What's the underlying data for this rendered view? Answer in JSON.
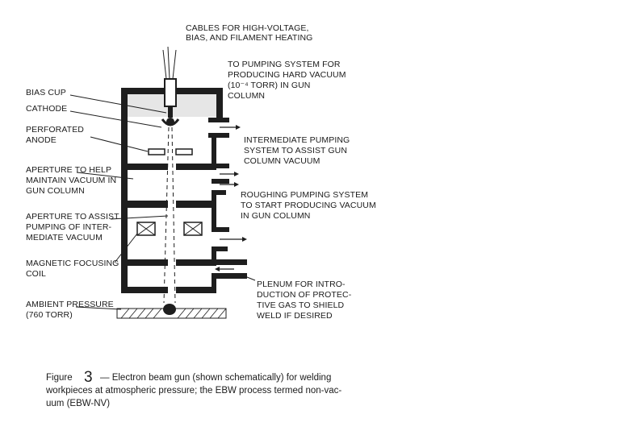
{
  "labels": {
    "cables": [
      "CABLES FOR HIGH-VOLTAGE,",
      "BIAS, AND FILAMENT HEATING"
    ],
    "pumping_hard": [
      "TO PUMPING SYSTEM FOR",
      "PRODUCING HARD VACUUM",
      "(10⁻⁴ TORR) IN GUN",
      "COLUMN"
    ],
    "bias_cup": "BIAS CUP",
    "cathode": "CATHODE",
    "anode": [
      "PERFORATED",
      "ANODE"
    ],
    "intermediate": [
      "INTERMEDIATE PUMPING",
      "SYSTEM TO ASSIST GUN",
      "COLUMN VACUUM"
    ],
    "aperture_help": [
      "APERTURE TO HELP",
      "MAINTAIN VACUUM IN",
      "GUN COLUMN"
    ],
    "roughing": [
      "ROUGHING PUMPING SYSTEM",
      "TO START PRODUCING VACUUM",
      "IN GUN COLUMN"
    ],
    "aperture_assist": [
      "APERTURE TO ASSIST",
      "PUMPING OF INTER-",
      "MEDIATE VACUUM"
    ],
    "magnetic": [
      "MAGNETIC FOCUSING",
      "COIL"
    ],
    "plenum": [
      "PLENUM FOR INTRO-",
      "DUCTION OF PROTEC-",
      "TIVE GAS TO SHIELD",
      "WELD IF DESIRED"
    ],
    "ambient": [
      "AMBIENT PRESSURE",
      "(760 TORR)"
    ]
  },
  "caption": {
    "prefix": "Figure",
    "number": "3",
    "lines": [
      "— Electron beam gun (shown schematically) for welding",
      "workpieces at atmospheric pressure; the EBW process termed non-vac-",
      "uum (EBW-NV)"
    ]
  }
}
